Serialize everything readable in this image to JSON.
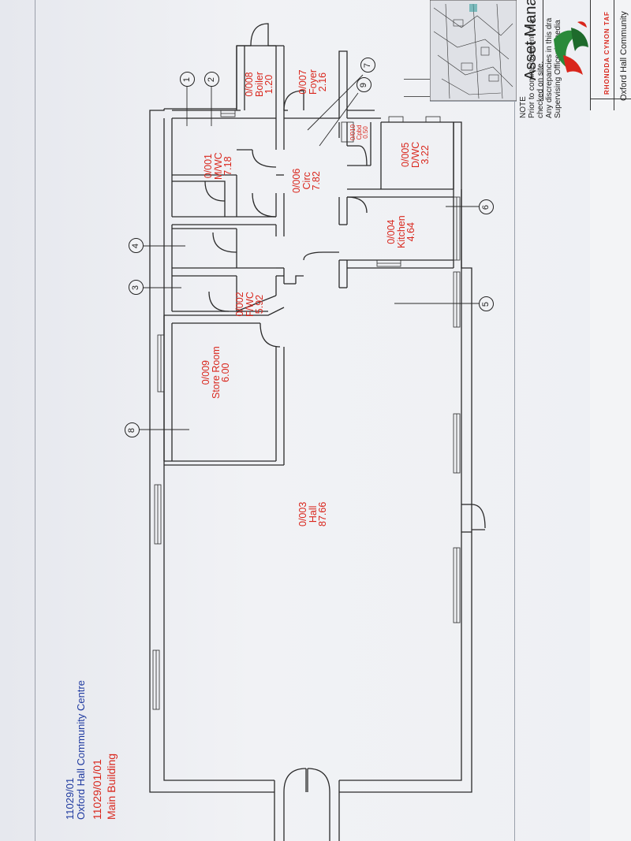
{
  "title_block": {
    "code": "11029/01",
    "name": "Oxford Hall Community Centre",
    "sub_code": "11029/01/01",
    "sub_name": "Main Building"
  },
  "note": {
    "heading": "NOTE",
    "line1": "Prior to commencement of a",
    "line2": "checked on site.",
    "line3": "Any discrepancies in this dra",
    "line4": "Supervising Officer immedia"
  },
  "right_panel": {
    "header": "Asset Mana",
    "council": "RHONDDA CYNON TAF",
    "footer": "Oxford Hall Community"
  },
  "rooms": [
    {
      "id": "room-0-001",
      "code": "0/001",
      "name": "M/WC",
      "area": "7.18"
    },
    {
      "id": "room-0-002",
      "code": "0/002",
      "name": "F/WC",
      "area": "5.92"
    },
    {
      "id": "room-0-003",
      "code": "0/003",
      "name": "Hall",
      "area": "87.66"
    },
    {
      "id": "room-0-004",
      "code": "0/004",
      "name": "Kitchen",
      "area": "4.64"
    },
    {
      "id": "room-0-005",
      "code": "0/005",
      "name": "D/WC",
      "area": "3.22"
    },
    {
      "id": "room-0-006",
      "code": "0/006",
      "name": "Circ",
      "area": "7.82"
    },
    {
      "id": "room-0-007",
      "code": "0/007",
      "name": "Foyer",
      "area": "2.16"
    },
    {
      "id": "room-0-008",
      "code": "0/008",
      "name": "Boiler",
      "area": "1.20"
    },
    {
      "id": "room-0-009",
      "code": "0/009",
      "name": "Store Room",
      "area": "6.00"
    },
    {
      "id": "room-0-010",
      "code": "0/010",
      "name": "Cpbd",
      "area": "0.50"
    }
  ],
  "callouts": [
    "1",
    "2",
    "3",
    "4",
    "5",
    "6",
    "7",
    "8",
    "9"
  ]
}
